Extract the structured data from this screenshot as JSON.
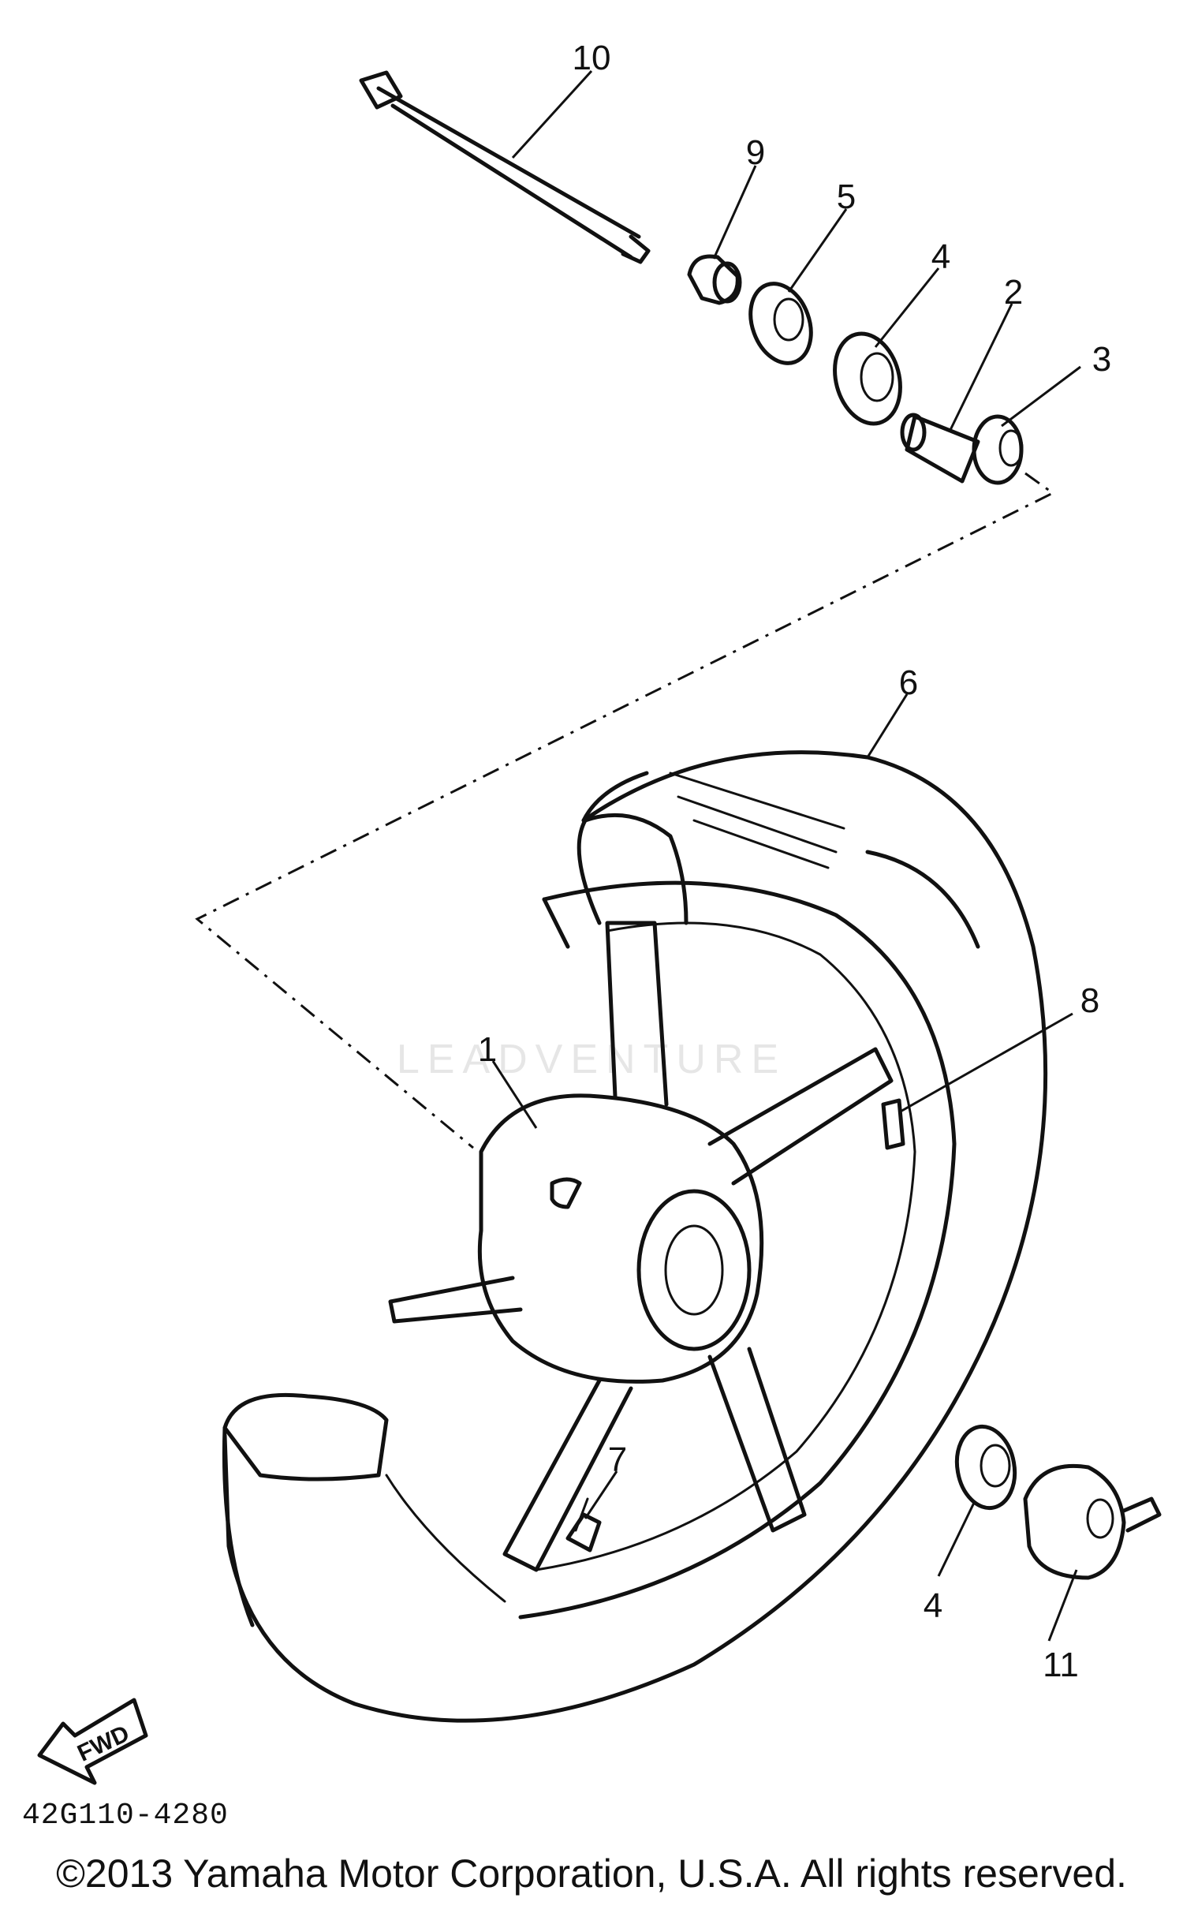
{
  "diagram": {
    "callouts": {
      "c1": "1",
      "c2": "2",
      "c3": "3",
      "c4a": "4",
      "c4b": "4",
      "c5": "5",
      "c6": "6",
      "c7": "7",
      "c8": "8",
      "c9": "9",
      "c10": "10",
      "c11": "11"
    },
    "fwd_label": "FWD",
    "watermark": "LEADVENTURE",
    "part_number": "42G110-4280"
  },
  "footer": {
    "copyright": "©2013 Yamaha Motor Corporation, U.S.A. All rights reserved."
  }
}
